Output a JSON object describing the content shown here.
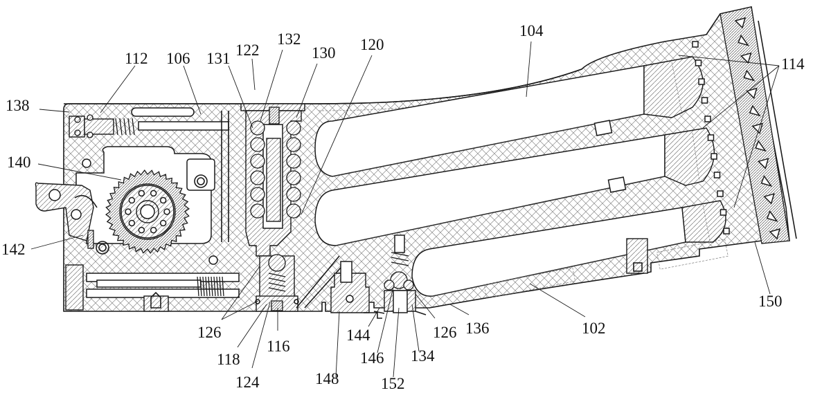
{
  "figure": {
    "type": "patent-cross-section",
    "reference_numerals": [
      {
        "id": "102",
        "text": "102"
      },
      {
        "id": "104",
        "text": "104"
      },
      {
        "id": "106",
        "text": "106"
      },
      {
        "id": "112",
        "text": "112"
      },
      {
        "id": "114",
        "text": "114"
      },
      {
        "id": "116",
        "text": "116"
      },
      {
        "id": "118",
        "text": "118"
      },
      {
        "id": "120",
        "text": "120"
      },
      {
        "id": "122",
        "text": "122"
      },
      {
        "id": "124",
        "text": "124"
      },
      {
        "id": "126a",
        "text": "126"
      },
      {
        "id": "126b",
        "text": "126"
      },
      {
        "id": "130",
        "text": "130"
      },
      {
        "id": "131",
        "text": "131"
      },
      {
        "id": "132",
        "text": "132"
      },
      {
        "id": "134",
        "text": "134"
      },
      {
        "id": "136",
        "text": "136"
      },
      {
        "id": "138",
        "text": "138"
      },
      {
        "id": "140",
        "text": "140"
      },
      {
        "id": "142",
        "text": "142"
      },
      {
        "id": "144",
        "text": "144"
      },
      {
        "id": "146",
        "text": "146"
      },
      {
        "id": "148",
        "text": "148"
      },
      {
        "id": "150",
        "text": "150"
      },
      {
        "id": "152",
        "text": "152"
      }
    ]
  }
}
